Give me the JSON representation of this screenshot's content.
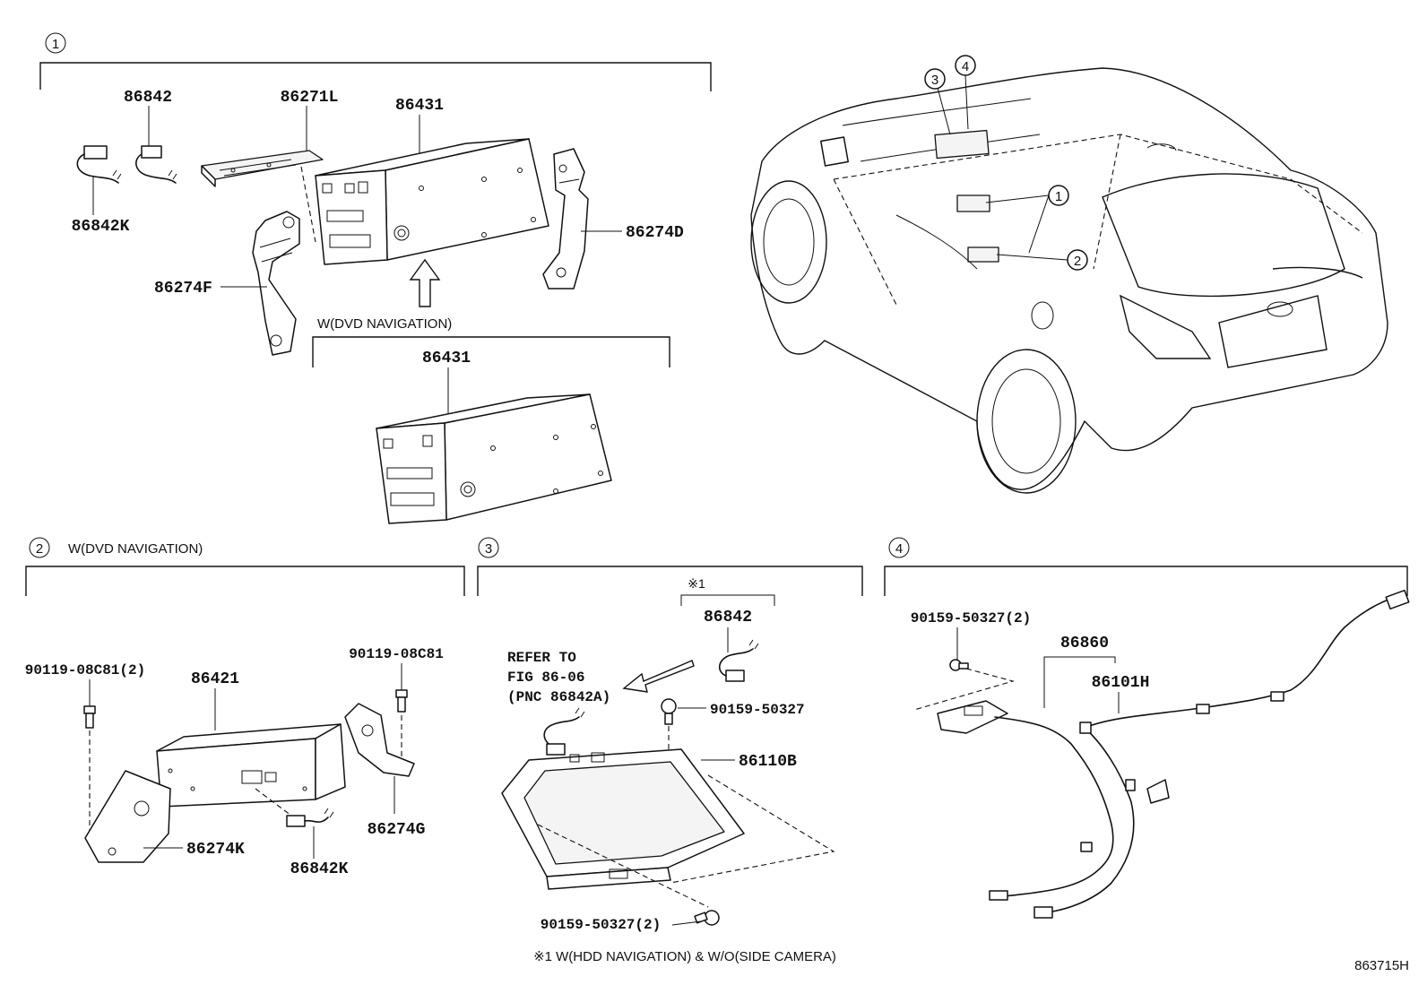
{
  "sections": {
    "s1": {
      "number": "1"
    },
    "s2": {
      "number": "2",
      "title": "W(DVD NAVIGATION)"
    },
    "s3": {
      "number": "3",
      "note_marker": "※1"
    },
    "s4": {
      "number": "4"
    }
  },
  "labels": {
    "p86842_top": "86842",
    "p86271L": "86271L",
    "p86431_top": "86431",
    "p86842K_top": "86842K",
    "p86274D": "86274D",
    "p86274F": "86274F",
    "w_dvd_nav": "W(DVD NAVIGATION)",
    "p86431_sub": "86431",
    "p90119_08C81_2": "90119-08C81(2)",
    "p86421": "86421",
    "p90119_08C81": "90119-08C81",
    "p86274G": "86274G",
    "p86274K": "86274K",
    "p86842K_bot": "86842K",
    "p86842_s3": "86842",
    "refer_line1": "REFER TO",
    "refer_line2": "FIG 86-06",
    "refer_line3": "(PNC 86842A)",
    "p90159_50327_a": "90159-50327",
    "p86110B": "86110B",
    "p90159_50327_2_bot": "90159-50327(2)",
    "p90159_50327_2_s4": "90159-50327(2)",
    "p86860": "86860",
    "p86101H": "86101H"
  },
  "vehicle_callouts": [
    "1",
    "2",
    "3",
    "4"
  ],
  "footnote": "※1 W(HDD NAVIGATION) & W/O(SIDE CAMERA)",
  "illustration_code": "863715H"
}
